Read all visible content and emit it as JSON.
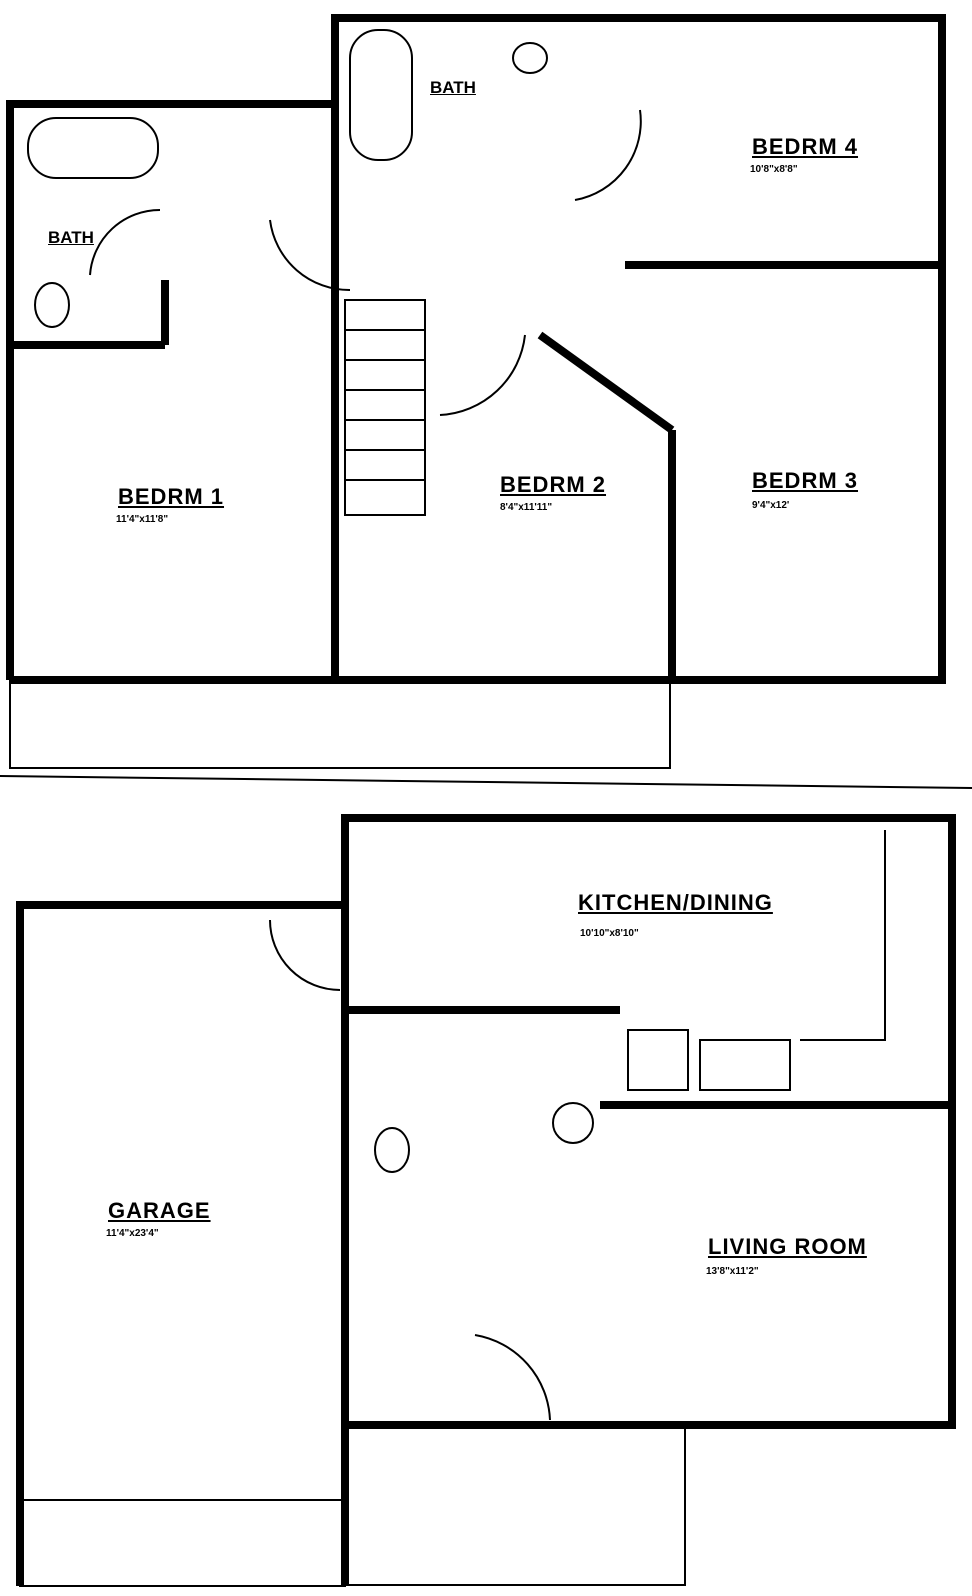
{
  "upper_floor": {
    "rooms": [
      {
        "name": "BEDRM 1",
        "dim": "11'4\"x11'8\""
      },
      {
        "name": "BEDRM 2",
        "dim": "8'4\"x11'11\""
      },
      {
        "name": "BEDRM 3",
        "dim": "9'4\"x12'"
      },
      {
        "name": "BEDRM 4",
        "dim": "10'8\"x8'8\""
      }
    ],
    "baths": [
      "BATH",
      "BATH"
    ]
  },
  "lower_floor": {
    "rooms": [
      {
        "name": "KITCHEN/DINING",
        "dim": "10'10\"x8'10\""
      },
      {
        "name": "GARAGE",
        "dim": "11'4\"x23'4\""
      },
      {
        "name": "LIVING ROOM",
        "dim": "13'8\"x11'2\""
      }
    ]
  }
}
